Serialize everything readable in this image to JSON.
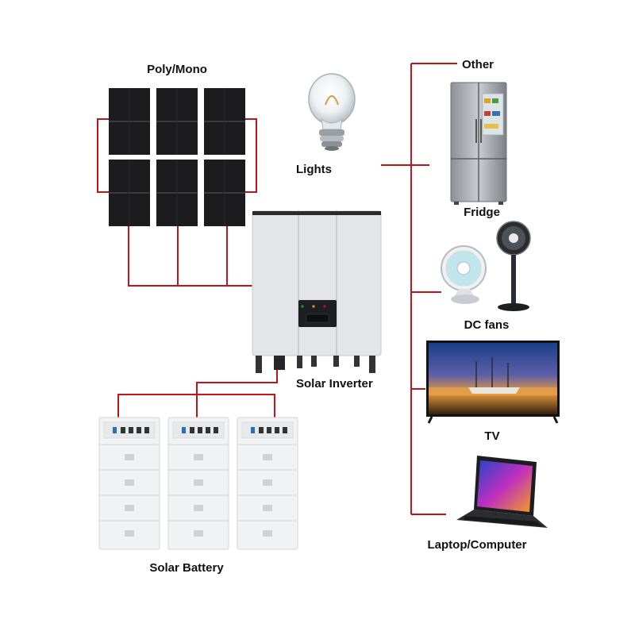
{
  "labels": {
    "panels": "Poly/Mono",
    "lights": "Lights",
    "other": "Other",
    "fridge": "Fridge",
    "fans": "DC fans",
    "tv": "TV",
    "laptop": "Laptop/Computer",
    "inverter": "Solar Inverter",
    "battery": "Solar Battery"
  },
  "colors": {
    "wire": "#c0151b",
    "panel": "#1c1c1e",
    "metal": "#d9dbde",
    "text": "#111111"
  },
  "icons": [
    "solar-panel-icon",
    "light-bulb-icon",
    "fridge-icon",
    "desk-fan-icon",
    "standing-fan-icon",
    "tv-icon",
    "laptop-icon",
    "inverter-icon",
    "battery-icon"
  ]
}
